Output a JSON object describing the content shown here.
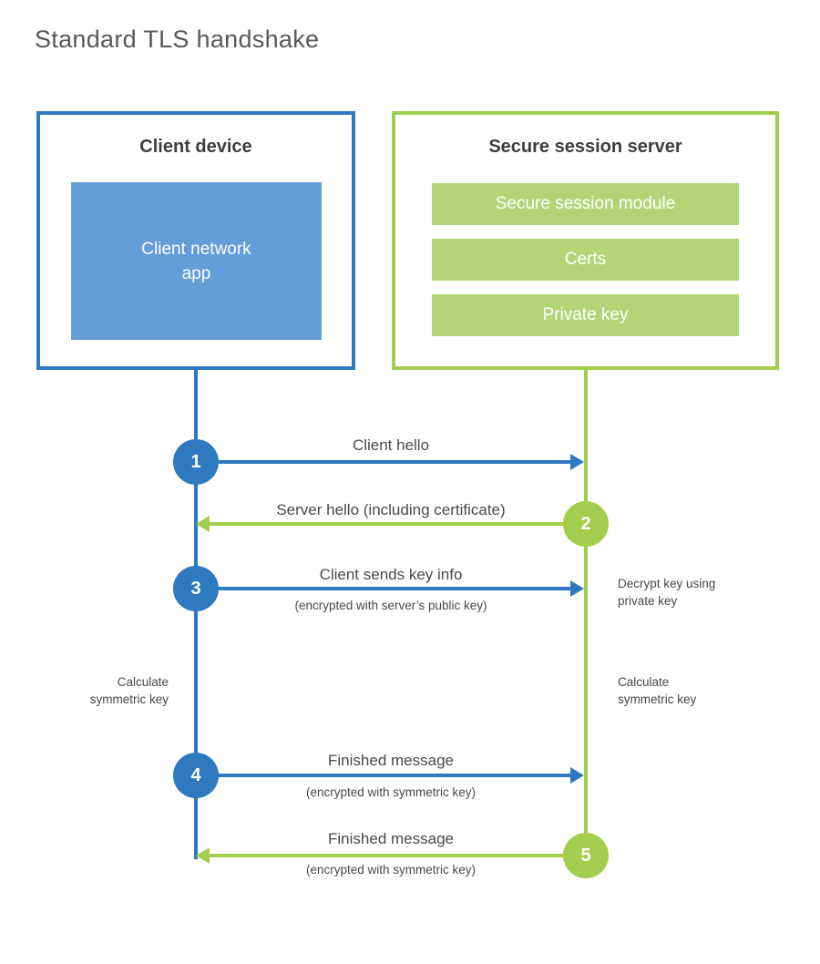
{
  "title": "Standard TLS handshake",
  "colors": {
    "blue": "#2e79bf",
    "blue_fill": "#639ed6",
    "green": "#a3ce4d",
    "green_fill": "#b2d677",
    "text_dark": "#3e3e40",
    "text_label": "#494949",
    "title_gray": "#58595b"
  },
  "client": {
    "title": "Client device",
    "app": "Client network\napp"
  },
  "server": {
    "title": "Secure session server",
    "modules": [
      "Secure session module",
      "Certs",
      "Private key"
    ]
  },
  "steps": [
    {
      "num": "1",
      "label": "Client hello"
    },
    {
      "num": "2",
      "label": "Server hello (including certificate)"
    },
    {
      "num": "3",
      "label": "Client sends key info",
      "sub": "(encrypted with server’s public key)"
    },
    {
      "num": "4",
      "label": "Finished message",
      "sub": "(encrypted with symmetric key)"
    },
    {
      "num": "5",
      "label": "Finished message",
      "sub": "(encrypted with symmetric key)"
    }
  ],
  "notes": {
    "decrypt": "Decrypt key using\nprivate key",
    "calc_left": "Calculate\nsymmetric key",
    "calc_right": "Calculate\nsymmetric key"
  }
}
